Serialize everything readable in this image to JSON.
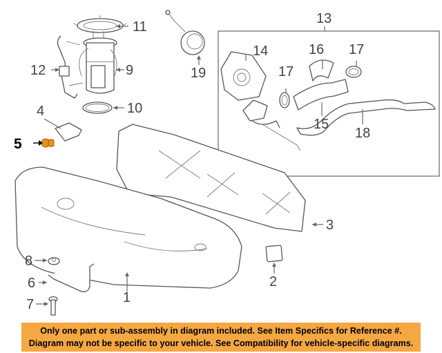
{
  "callouts": {
    "c1": "1",
    "c2": "2",
    "c3": "3",
    "c4": "4",
    "c5": "5",
    "c6": "6",
    "c7": "7",
    "c8": "8",
    "c9": "9",
    "c10": "10",
    "c11": "11",
    "c12": "12",
    "c13": "13",
    "c14": "14",
    "c15": "15",
    "c16": "16",
    "c17a": "17",
    "c17b": "17",
    "c18": "18",
    "c19": "19"
  },
  "notice": {
    "line1": "Only one part or sub-assembly in diagram included. See Item Specifics for Reference #.",
    "line2": "Diagram may not be specific to your vehicle. See Compatibility for vehicle-specific diagrams."
  },
  "colors": {
    "notice_background": "#f5a742",
    "highlight_part": "#e8901a"
  }
}
